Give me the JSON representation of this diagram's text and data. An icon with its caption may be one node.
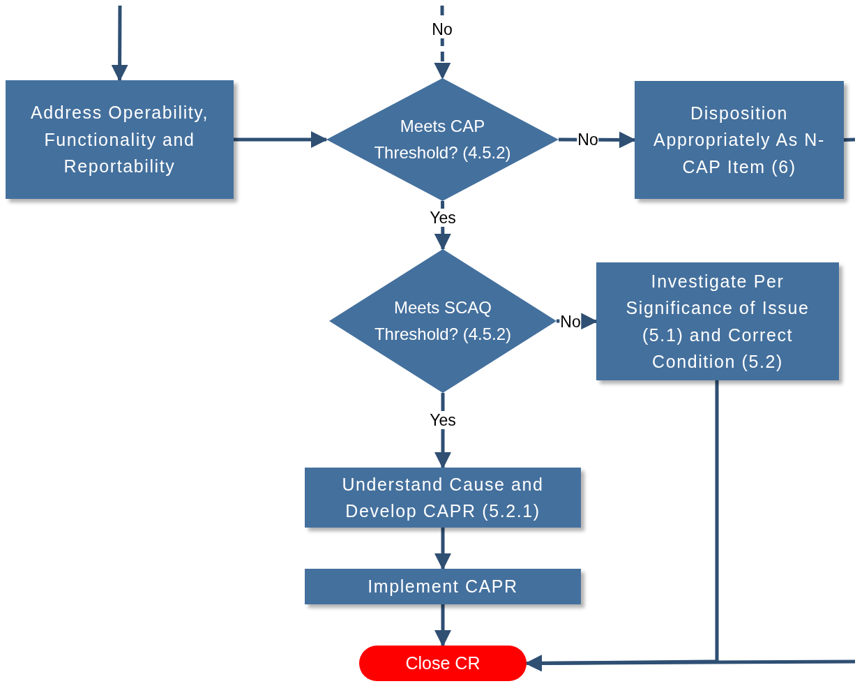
{
  "diagram": {
    "nodes": [
      {
        "text": [
          "Address Operability, Functionality and Reportability"
        ]
      },
      {
        "text": [
          "Meets CAP Threshold? (4.5.2)"
        ]
      },
      {
        "text": [
          "Disposition Appropriately As N-CAP Item (6)"
        ]
      },
      {
        "text": [
          "Meets SCAQ Threshold? (4.5.2)"
        ]
      },
      {
        "text": [
          "Investigate Per Significance of Issue (5.1) and Correct Condition (5.2)"
        ]
      },
      {
        "text": [
          "Understand Cause and Develop CAPR (5.2.1)"
        ]
      },
      {
        "text": [
          "Implement CAPR"
        ]
      },
      {
        "text": [
          "Close CR"
        ]
      }
    ],
    "edges": [
      {
        "from": null,
        "to": 0,
        "arrow": "to"
      },
      {
        "from": null,
        "to": 1,
        "arrow": "to",
        "label": "No",
        "style": "dashed"
      },
      {
        "from": 0,
        "to": 1,
        "arrow": "to"
      },
      {
        "from": 1,
        "to": 2,
        "arrow": "to",
        "label": "No"
      },
      {
        "from": 2,
        "to": null,
        "arrow": "none"
      },
      {
        "from": 1,
        "to": 3,
        "arrow": "to",
        "label": "Yes"
      },
      {
        "from": 3,
        "to": 4,
        "arrow": "to",
        "label": "No"
      },
      {
        "from": 3,
        "to": 5,
        "arrow": "to",
        "label": "Yes"
      },
      {
        "from": 5,
        "to": 6,
        "arrow": "to"
      },
      {
        "from": 6,
        "to": 7,
        "arrow": "to"
      },
      {
        "from": 4,
        "to": 7,
        "arrow": "to"
      },
      {
        "from": null,
        "to": 7,
        "arrow": "to"
      }
    ]
  }
}
